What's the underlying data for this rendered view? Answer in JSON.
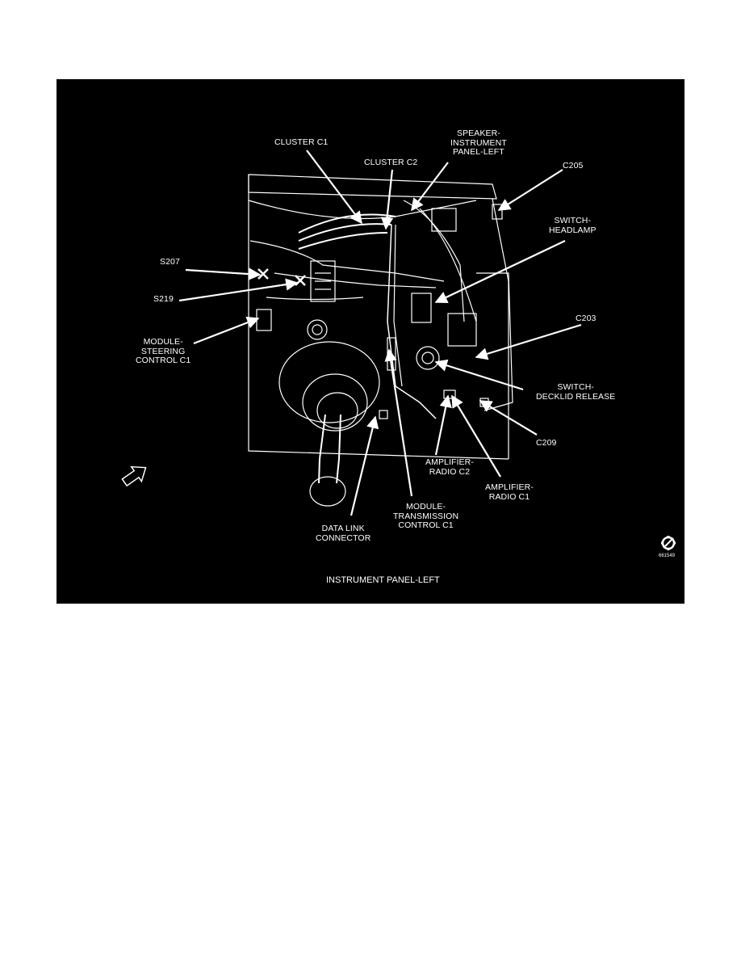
{
  "figure": {
    "caption": "INSTRUMENT PANEL-LEFT",
    "image_code": "661549",
    "colors": {
      "background": "#000000",
      "line": "#ffffff"
    },
    "icons": [
      "front-arrow-icon",
      "drawing-logo-icon"
    ],
    "labels": {
      "cluster_c1": "CLUSTER C1",
      "cluster_c2": "CLUSTER C2",
      "speaker": [
        "SPEAKER-",
        "INSTRUMENT",
        "PANEL-LEFT"
      ],
      "c205": "C205",
      "switch_headlamp": [
        "SWITCH-",
        "HEADLAMP"
      ],
      "s207": "S207",
      "s219": "S219",
      "module_steering": [
        "MODULE-",
        "STEERING",
        "CONTROL C1"
      ],
      "c203": "C203",
      "switch_decklid": [
        "SWITCH-",
        "DECKLID RELEASE"
      ],
      "c209": "C209",
      "amp_c2": [
        "AMPLIFIER-",
        "RADIO C2"
      ],
      "amp_c1": [
        "AMPLIFIER-",
        "RADIO C1"
      ],
      "module_trans": [
        "MODULE-",
        "TRANSMISSION",
        "CONTROL C1"
      ],
      "data_link": [
        "DATA LINK",
        "CONNECTOR"
      ]
    }
  }
}
